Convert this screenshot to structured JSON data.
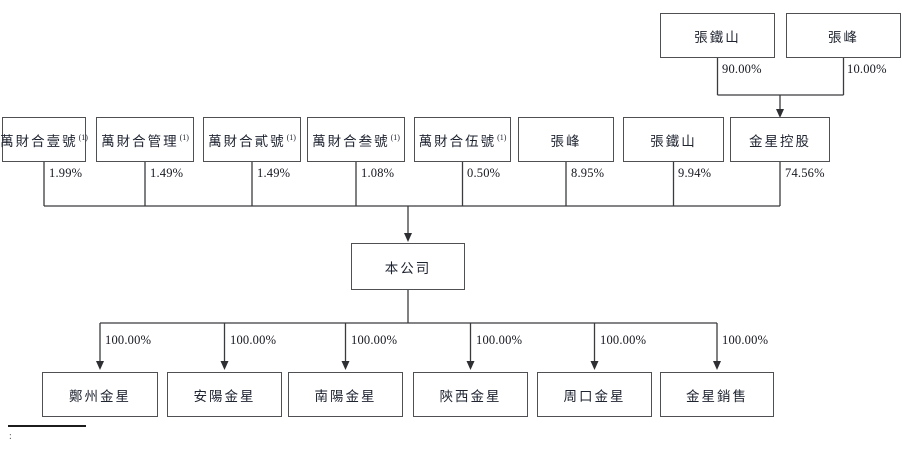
{
  "diagram": {
    "top_row": [
      {
        "label": "張鐵山",
        "pct": "90.00%"
      },
      {
        "label": "張峰",
        "pct": "10.00%"
      }
    ],
    "mid_row": [
      {
        "label": "萬財合壹號",
        "note": "(1)",
        "pct": "1.99%"
      },
      {
        "label": "萬財合管理",
        "note": "(1)",
        "pct": "1.49%"
      },
      {
        "label": "萬財合貳號",
        "note": "(1)",
        "pct": "1.49%"
      },
      {
        "label": "萬財合叁號",
        "note": "(1)",
        "pct": "1.08%"
      },
      {
        "label": "萬財合伍號",
        "note": "(1)",
        "pct": "0.50%"
      },
      {
        "label": "張峰",
        "note": "",
        "pct": "8.95%"
      },
      {
        "label": "張鐵山",
        "note": "",
        "pct": "9.94%"
      },
      {
        "label": "金星控股",
        "note": "",
        "pct": "74.56%"
      }
    ],
    "company": {
      "label": "本公司"
    },
    "bottom_row": [
      {
        "label": "鄭州金星",
        "pct": "100.00%"
      },
      {
        "label": "安陽金星",
        "pct": "100.00%"
      },
      {
        "label": "南陽金星",
        "pct": "100.00%"
      },
      {
        "label": "陝西金星",
        "pct": "100.00%"
      },
      {
        "label": "周口金星",
        "pct": "100.00%"
      },
      {
        "label": "金星銷售",
        "pct": "100.00%"
      }
    ],
    "footnote_mark": ":",
    "colors": {
      "line": "#3a3b3f",
      "border": "#4e5054",
      "text": "#1e2330"
    }
  }
}
